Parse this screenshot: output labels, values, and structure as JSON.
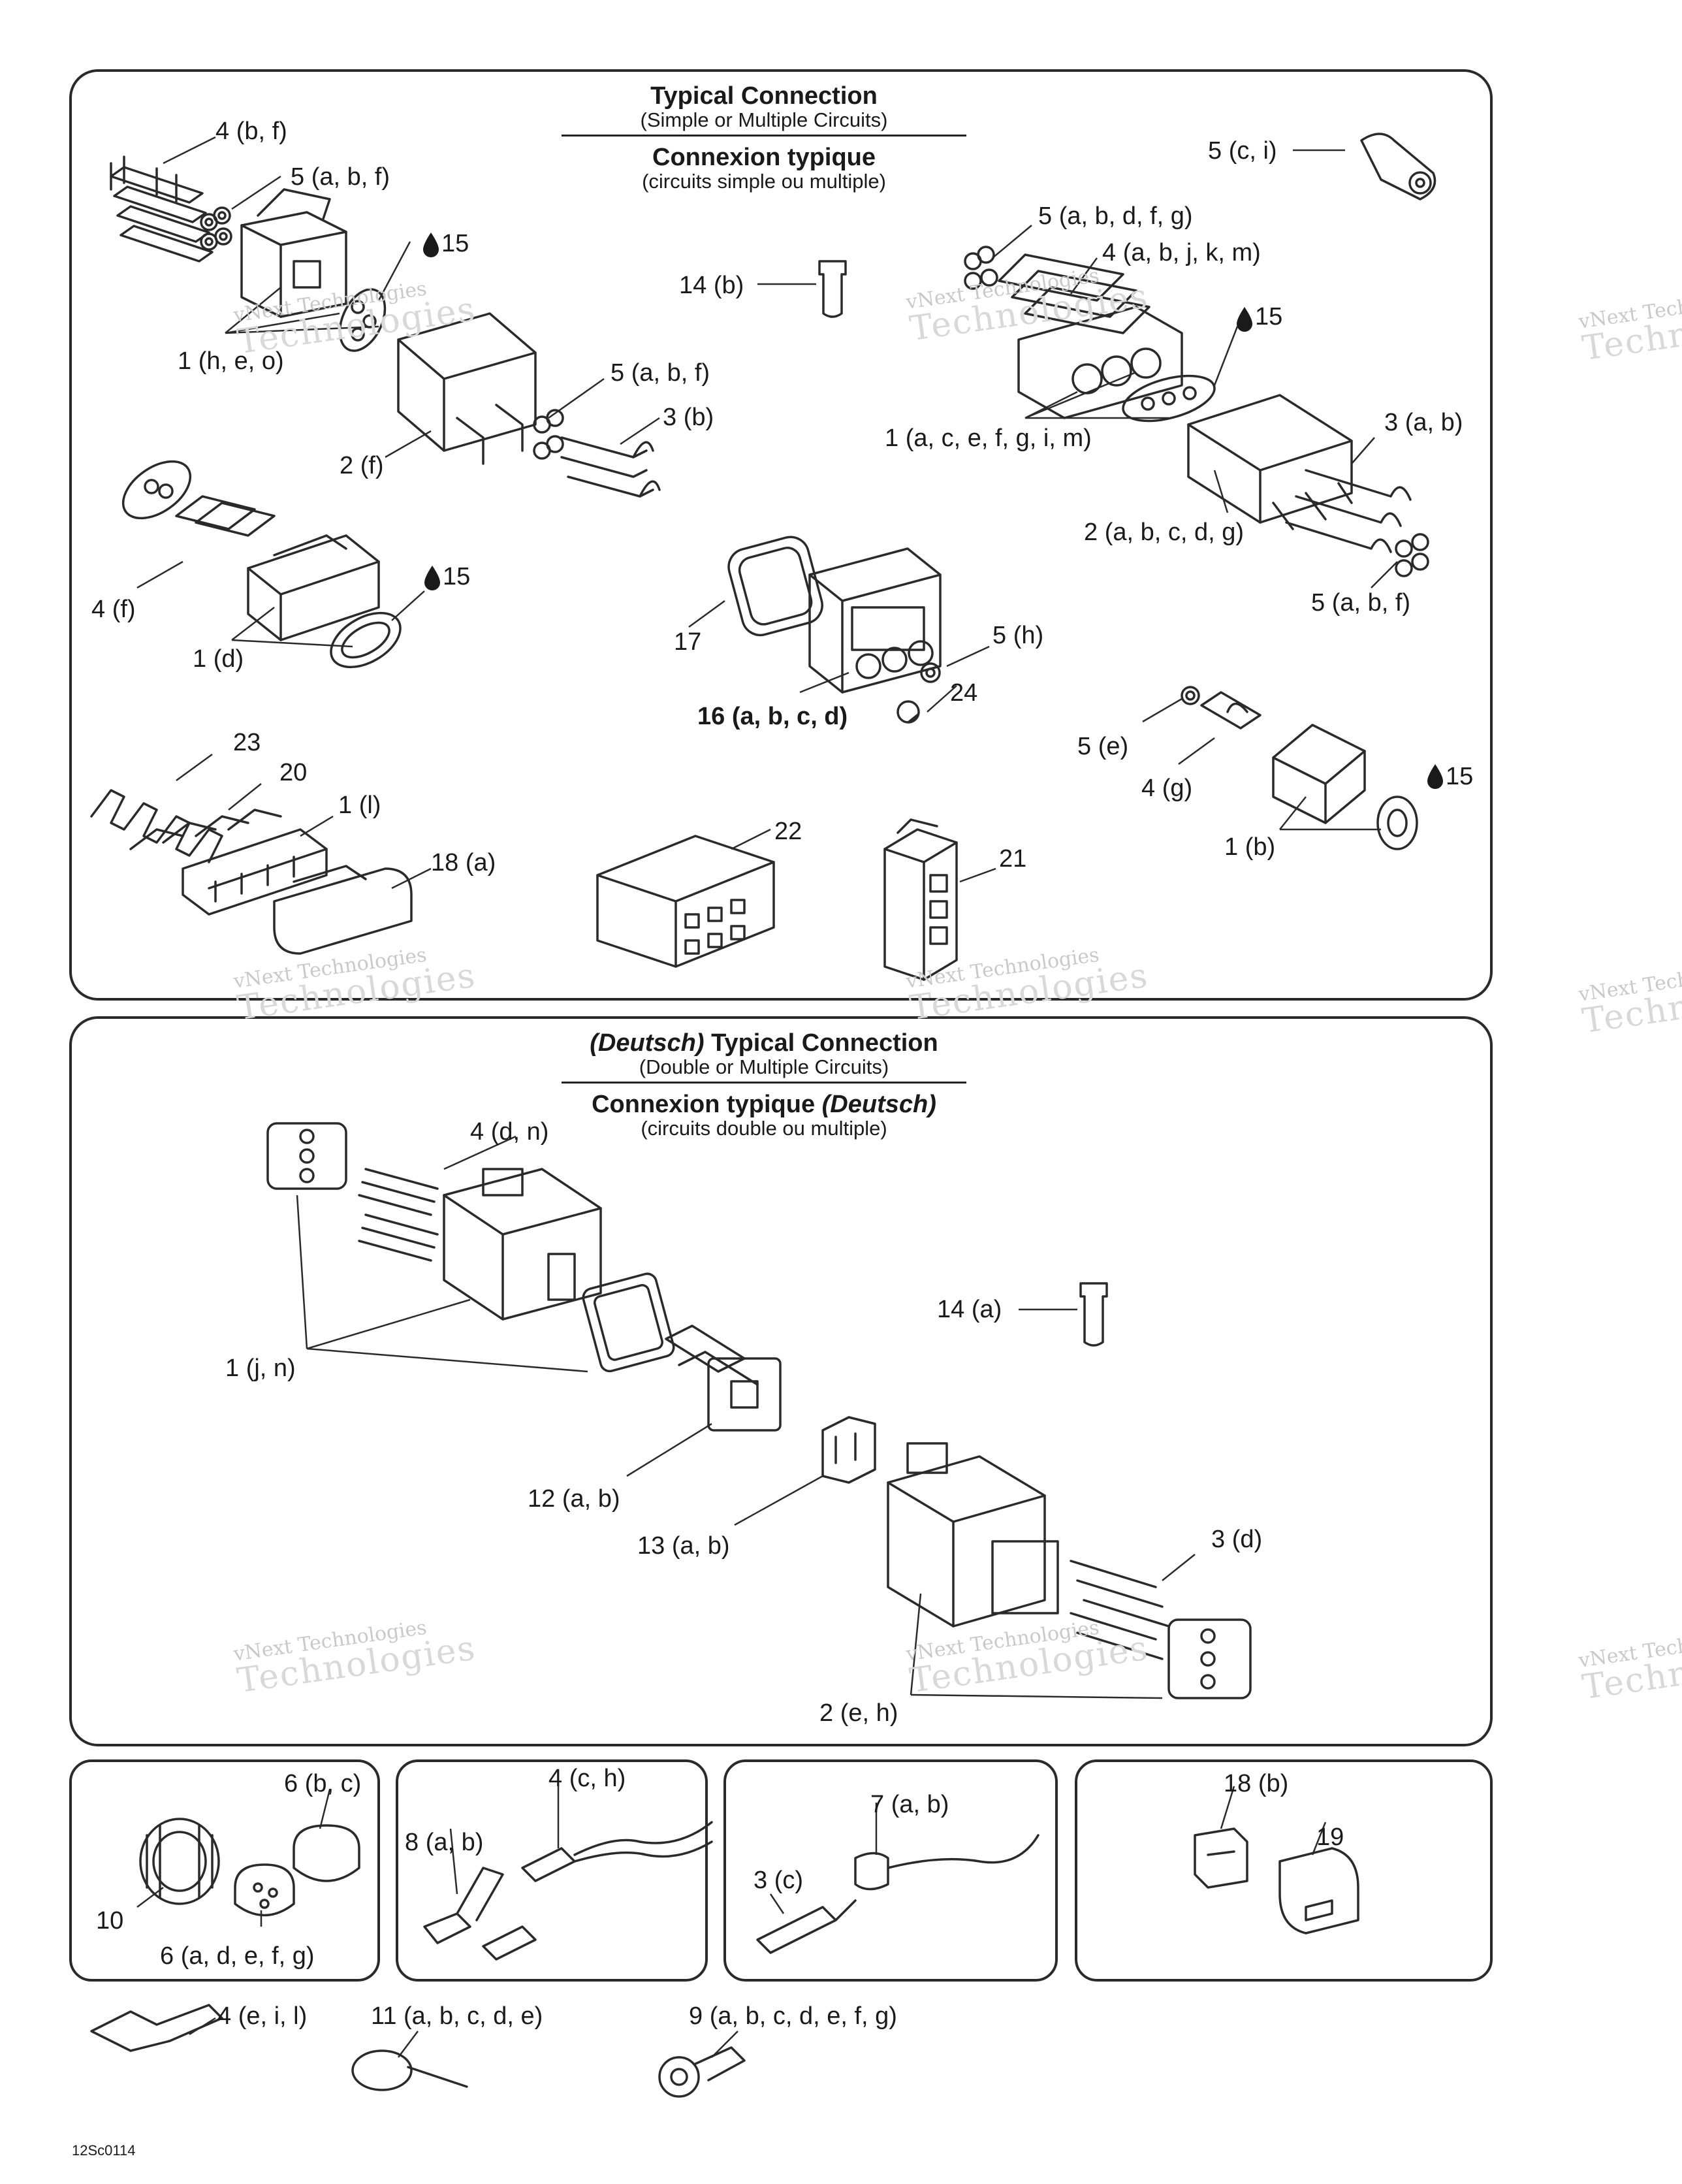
{
  "panel1": {
    "title_en": "Typical Connection",
    "subtitle_en": "(Simple or Multiple Circuits)",
    "title_fr": "Connexion typique",
    "subtitle_fr": "(circuits simple ou multiple)"
  },
  "panel2": {
    "title_prefix": "(Deutsch)",
    "title_en": "Typical Connection",
    "subtitle_en": "(Double or Multiple Circuits)",
    "title_fr": "Connexion typique",
    "title_suffix": "(Deutsch)",
    "subtitle_fr": "(circuits double ou multiple)"
  },
  "watermark": {
    "line1": "vNext Technologies",
    "line2": "Technologies"
  },
  "labels": {
    "p1_4bf": "4 (b, f)",
    "p1_5abf_a": "5 (a, b, f)",
    "p1_15_a": "15",
    "p1_1heo": "1 (h, e, o)",
    "p1_5abf_b": "5 (a, b, f)",
    "p1_3b": "3 (b)",
    "p1_2f": "2 (f)",
    "p1_4f": "4 (f)",
    "p1_15_b": "15",
    "p1_1d": "1 (d)",
    "p1_14b": "14 (b)",
    "p1_5ci": "5 (c, i)",
    "p1_5abdfg": "5 (a, b, d, f, g)",
    "p1_4abjkm": "4 (a, b, j, k, m)",
    "p1_15_c": "15",
    "p1_3ab": "3 (a, b)",
    "p1_1acefgim": "1 (a, c, e, f, g, i, m)",
    "p1_2abcdg": "2 (a, b, c, d, g)",
    "p1_5abf_c": "5 (a, b, f)",
    "p1_17": "17",
    "p1_5h": "5 (h)",
    "p1_24": "24",
    "p1_16abcd": "16 (a, b, c, d)",
    "p1_23": "23",
    "p1_20": "20",
    "p1_1l": "1 (l)",
    "p1_18a": "18 (a)",
    "p1_22": "22",
    "p1_21": "21",
    "p1_5e": "5 (e)",
    "p1_4g": "4 (g)",
    "p1_15_d": "15",
    "p1_1b": "1 (b)",
    "p2_4dn": "4 (d, n)",
    "p2_14a": "14 (a)",
    "p2_1jn": "1 (j, n)",
    "p2_12ab": "12 (a, b)",
    "p2_13ab": "13 (a, b)",
    "p2_3d": "3 (d)",
    "p2_2eh": "2 (e, h)",
    "b1_6bc": "6 (b, c)",
    "b1_10": "10",
    "b1_6adefg": "6 (a, d, e, f, g)",
    "b2_4ch": "4 (c, h)",
    "b2_8ab": "8 (a, b)",
    "b3_7ab": "7 (a, b)",
    "b3_3c": "3 (c)",
    "b4_18b": "18 (b)",
    "b4_19": "19",
    "f_4eil": "4 (e, i, l)",
    "f_11abcde": "11 (a, b, c, d, e)",
    "f_9abcdefg": "9 (a, b, c, d, e, f, g)"
  },
  "figure_code": "12Sc0114"
}
